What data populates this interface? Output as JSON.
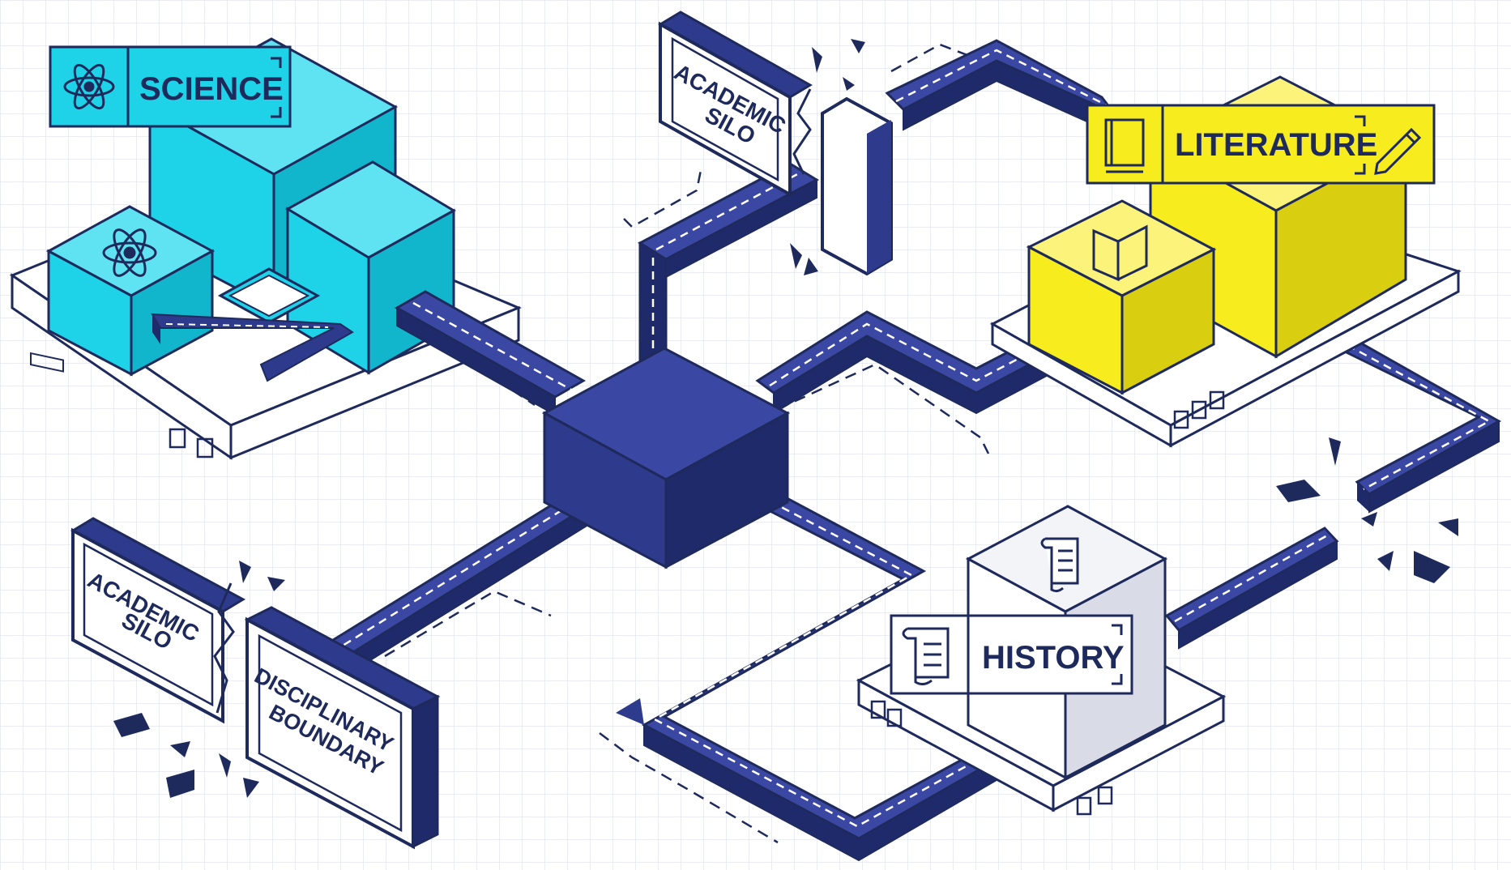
{
  "labels": {
    "science": "SCIENCE",
    "literature": "LITERATURE",
    "history": "HISTORY",
    "silo_top_line1": "ACADEMIC",
    "silo_top_line2": "SILO",
    "silo_left_line1": "ACADEMIC",
    "silo_left_line2": "SILO",
    "boundary_line1": "DISCIPLINARY",
    "boundary_line2": "BOUNDARY"
  },
  "colors": {
    "navy": "#2e3a8c",
    "navy_dark": "#1f2a6b",
    "navy_top": "#3b48a3",
    "cyan": "#1ed3e8",
    "cyan_dark": "#12b6cc",
    "cyan_light": "#5fe3f2",
    "yellow": "#f6ec1e",
    "yellow_dark": "#d9cf10",
    "yellow_light": "#fbf37a",
    "white_box": "#f3f4f8",
    "grey_box": "#d9dce6",
    "ink": "#1f2a5c",
    "grid": "#d5d9e6"
  },
  "icons": [
    "atom-icon",
    "book-icon",
    "open-book-icon",
    "pencil-icon",
    "scroll-icon"
  ]
}
